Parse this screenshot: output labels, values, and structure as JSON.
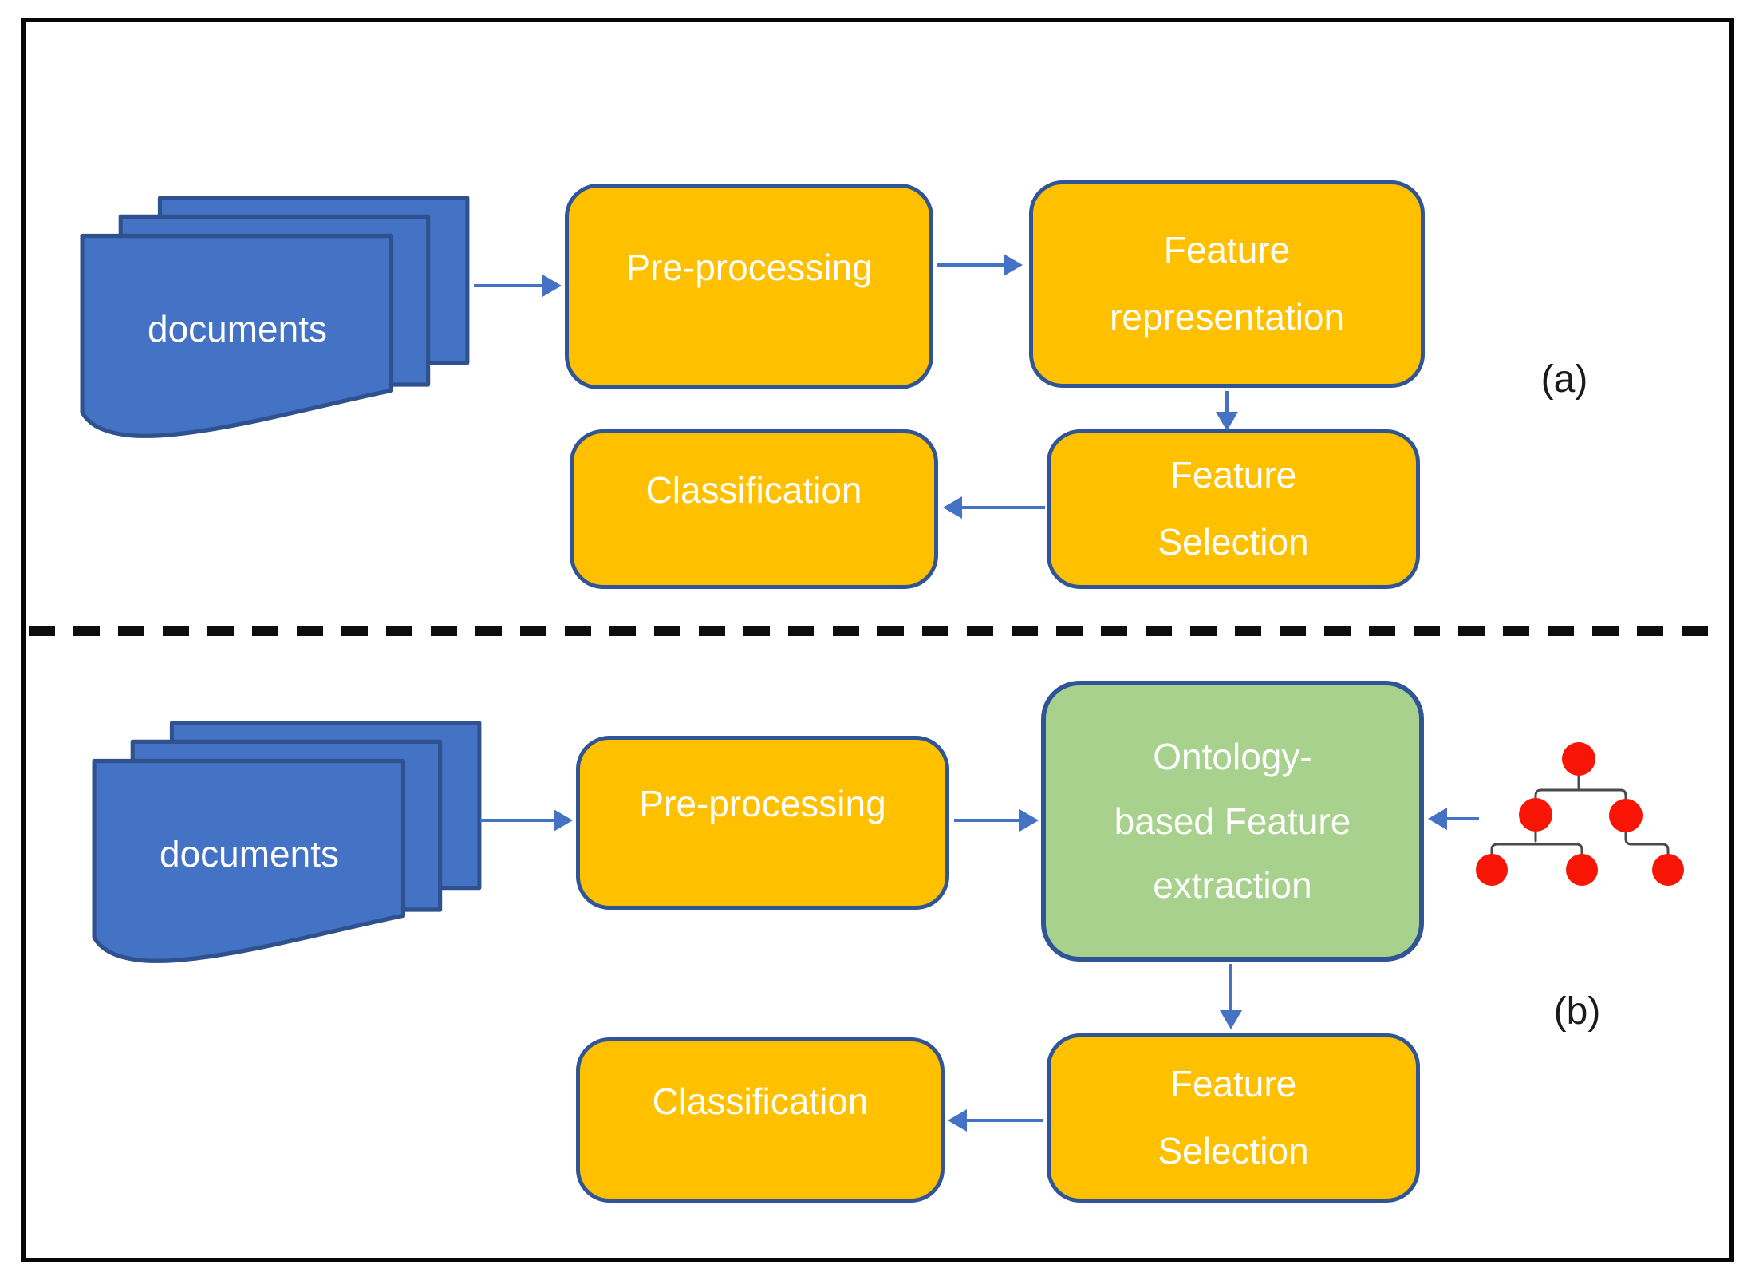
{
  "colors": {
    "doc_fill": "#4472C4",
    "doc_border": "#2F528F",
    "process_fill": "#FFC000",
    "process_border": "#2F5597",
    "ontology_fill": "#A9D18E",
    "arrow": "#4472C4",
    "tree_node": "#F81505",
    "tree_line": "#4A4A4A",
    "separator": "#0D0D0D",
    "frame": "#070707",
    "label_text": "#FFFFFF",
    "tag_text": "#1A1A1A"
  },
  "a": {
    "tag": "(a)",
    "documents": "documents",
    "pre_processing": "Pre-processing",
    "feature_representation_line1": "Feature",
    "feature_representation_line2": "representation",
    "feature_selection_line1": "Feature",
    "feature_selection_line2": "Selection",
    "classification": "Classification"
  },
  "b": {
    "tag": "(b)",
    "documents": "documents",
    "pre_processing": "Pre-processing",
    "ontology_line1": "Ontology-",
    "ontology_line2": "based Feature",
    "ontology_line3": "extraction",
    "feature_selection_line1": "Feature",
    "feature_selection_line2": "Selection",
    "classification": "Classification"
  }
}
